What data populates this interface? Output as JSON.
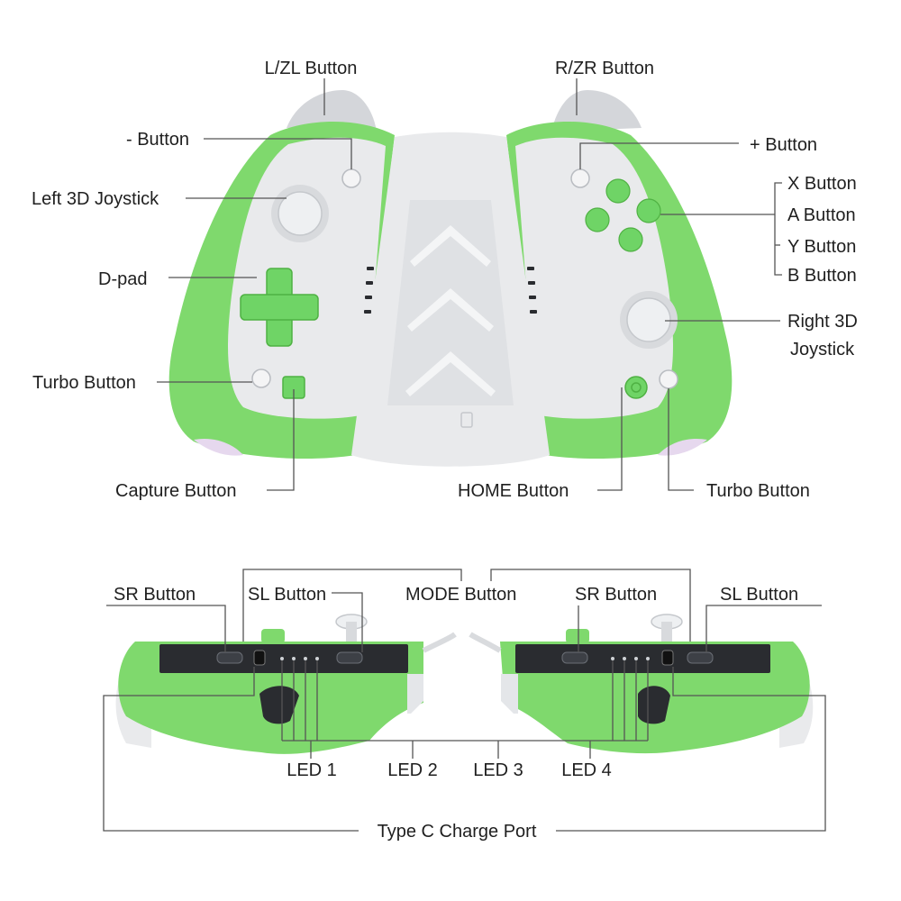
{
  "colors": {
    "body_green": "#7fd96d",
    "button_green": "#6fd466",
    "grip_gray": "#e9eaec",
    "rail_black": "#2a2c30",
    "leader_line": "#555555"
  },
  "labels": {
    "l_zl": "L/ZL Button",
    "r_zr": "R/ZR Button",
    "minus": "- Button",
    "plus": "+ Button",
    "left_stick": "Left 3D Joystick",
    "x": "X Button",
    "a": "A Button",
    "y": "Y Button",
    "b": "B Button",
    "dpad": "D-pad",
    "right_stick_1": "Right 3D",
    "right_stick_2": "Joystick",
    "turbo_left": "Turbo Button",
    "capture": "Capture Button",
    "home": "HOME Button",
    "turbo_right": "Turbo Button",
    "sr_left": "SR Button",
    "sl_left": "SL Button",
    "mode": "MODE Button",
    "sr_right": "SR Button",
    "sl_right": "SL Button",
    "led1": "LED 1",
    "led2": "LED 2",
    "led3": "LED 3",
    "led4": "LED 4",
    "type_c": "Type C Charge Port"
  }
}
